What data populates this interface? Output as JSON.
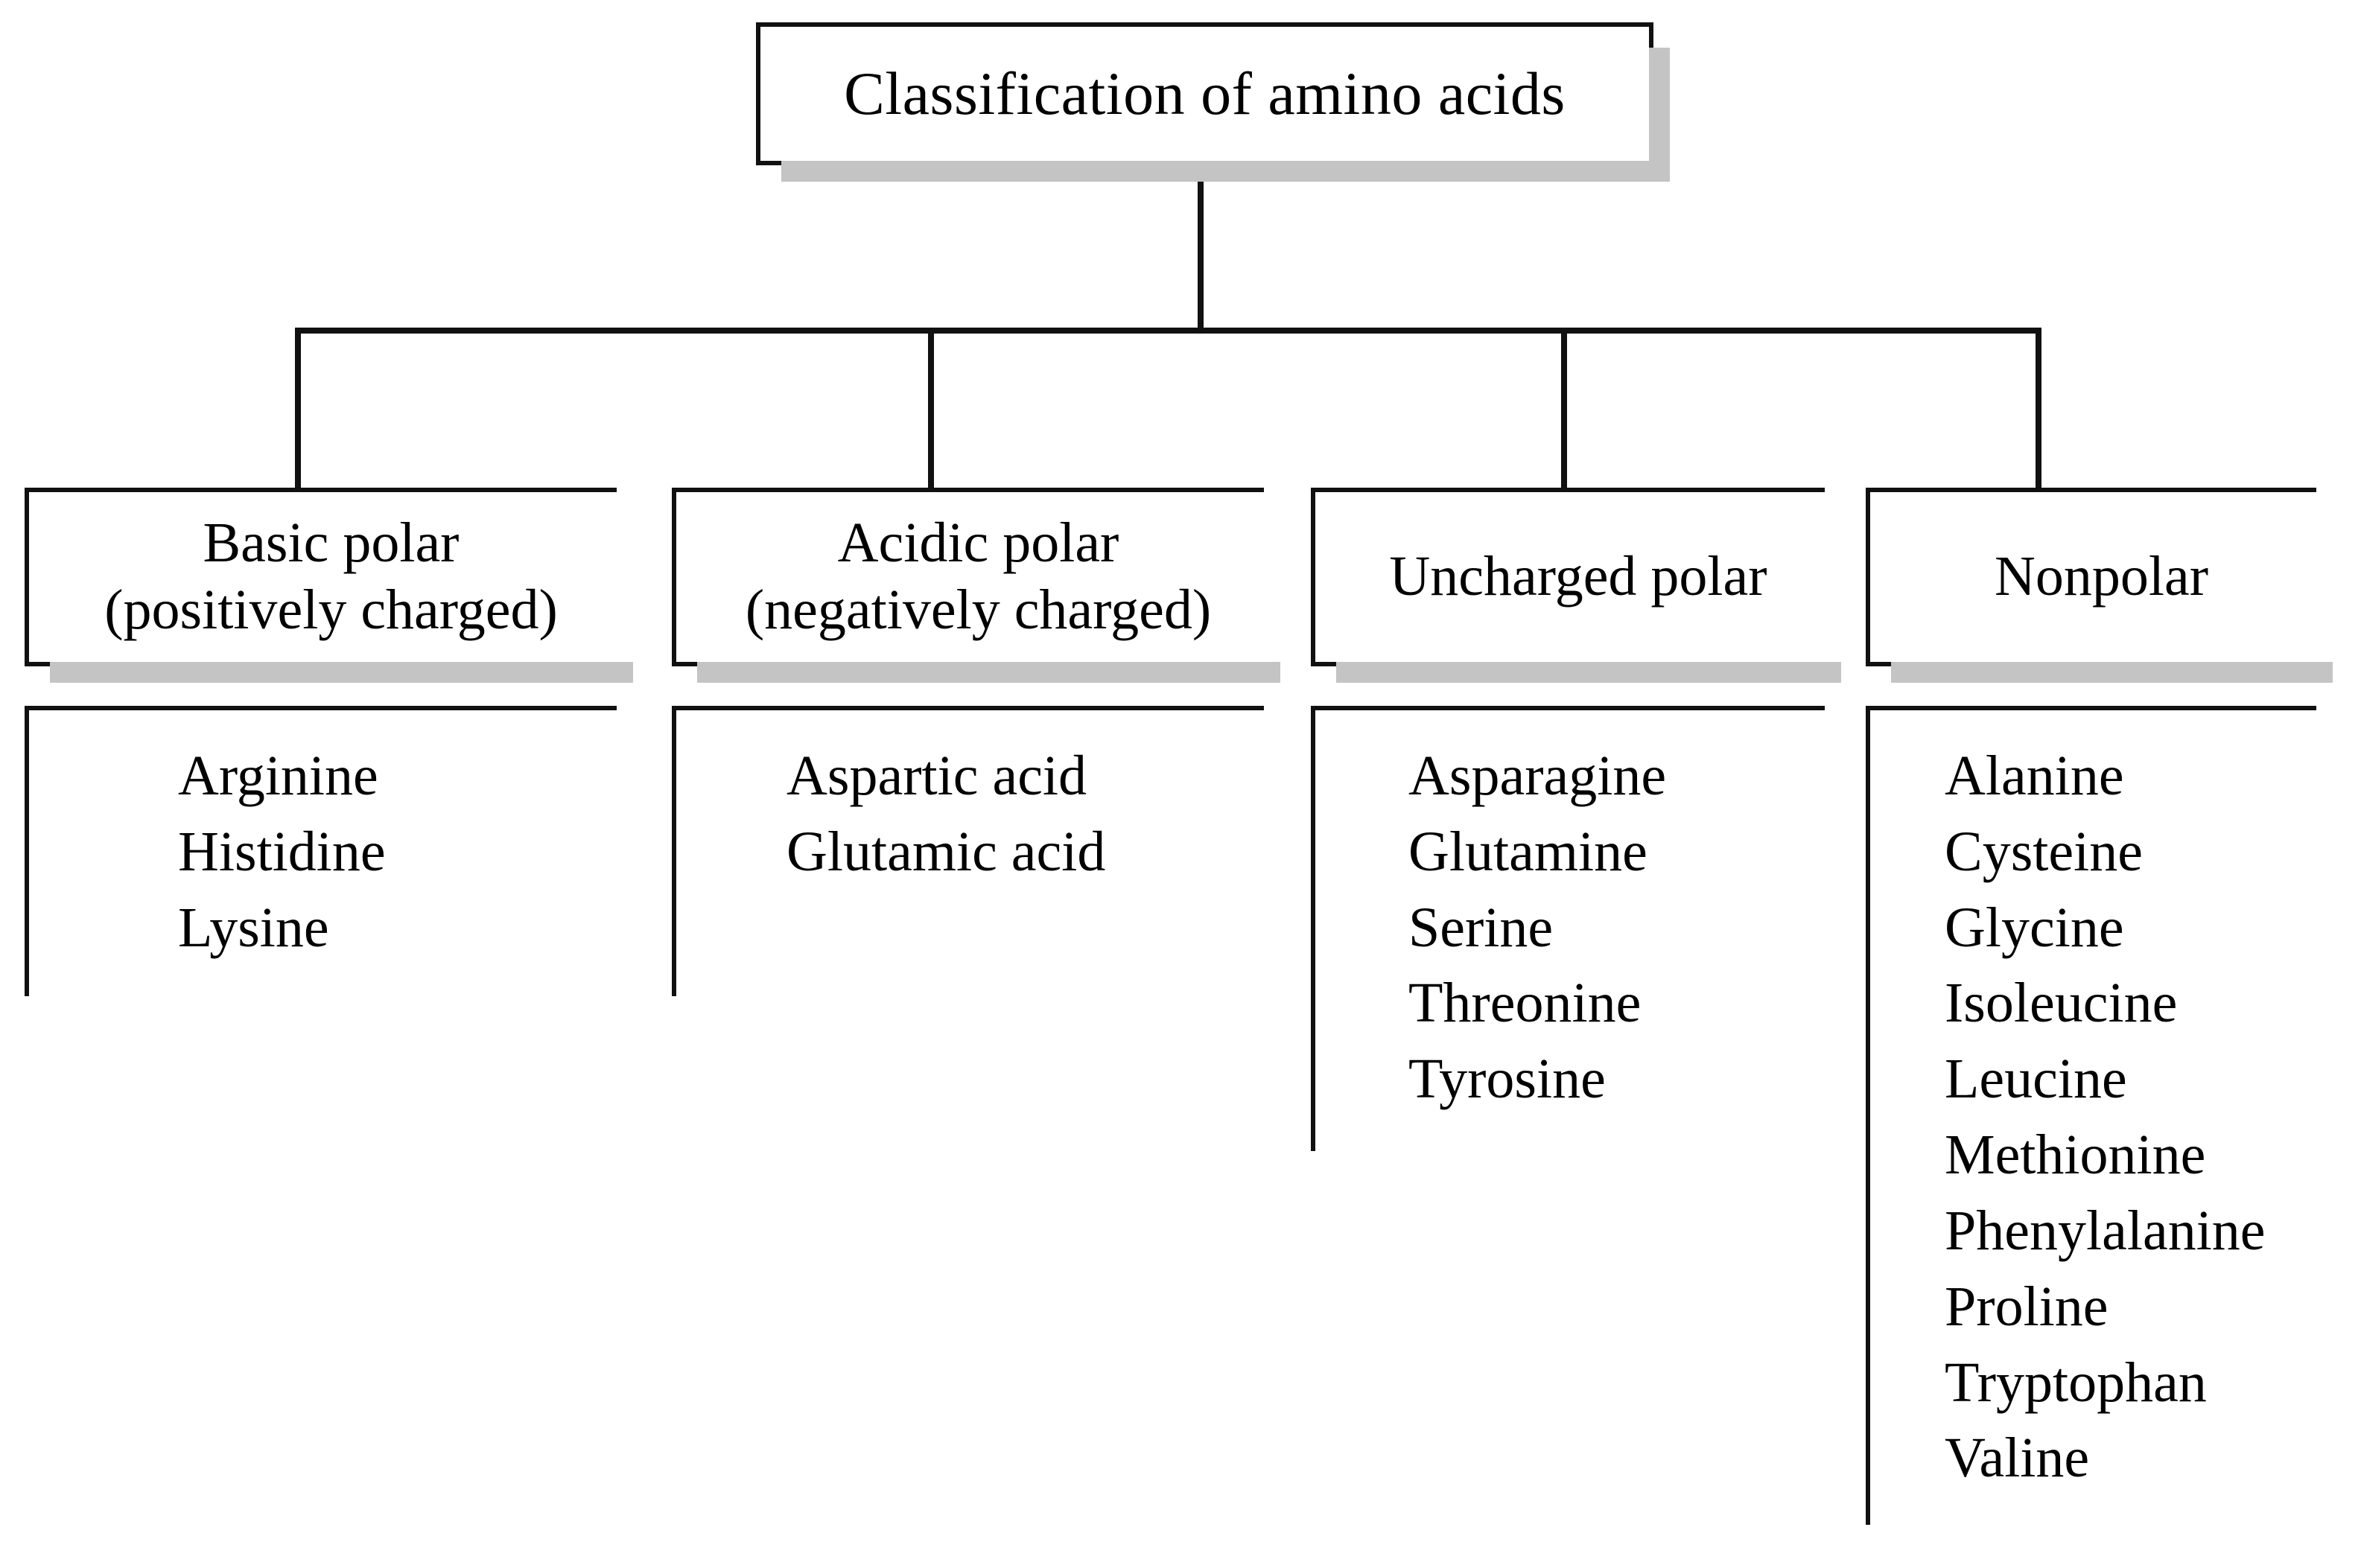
{
  "diagram": {
    "title": "Classification of amino acids",
    "root": {
      "label": "Classification of amino acids"
    },
    "categories": [
      {
        "id": "basic-polar",
        "header_line1": "Basic polar",
        "header_line2": "(positively charged)",
        "members": [
          "Arginine",
          "Histidine",
          "Lysine"
        ]
      },
      {
        "id": "acidic-polar",
        "header_line1": "Acidic polar",
        "header_line2": "(negatively charged)",
        "members": [
          "Aspartic acid",
          "Glutamic acid"
        ]
      },
      {
        "id": "uncharged-polar",
        "header_line1": "Uncharged polar",
        "header_line2": "",
        "members": [
          "Asparagine",
          "Glutamine",
          "Serine",
          "Threonine",
          "Tyrosine"
        ]
      },
      {
        "id": "nonpolar",
        "header_line1": "Nonpolar",
        "header_line2": "",
        "members": [
          "Alanine",
          "Cysteine",
          "Glycine",
          "Isoleucine",
          "Leucine",
          "Methionine",
          "Phenylalanine",
          "Proline",
          "Tryptophan",
          "Valine"
        ]
      }
    ],
    "colors": {
      "outline": "#111111",
      "shadow": "#c4c4c4",
      "background": "#ffffff",
      "text": "#000000"
    }
  }
}
